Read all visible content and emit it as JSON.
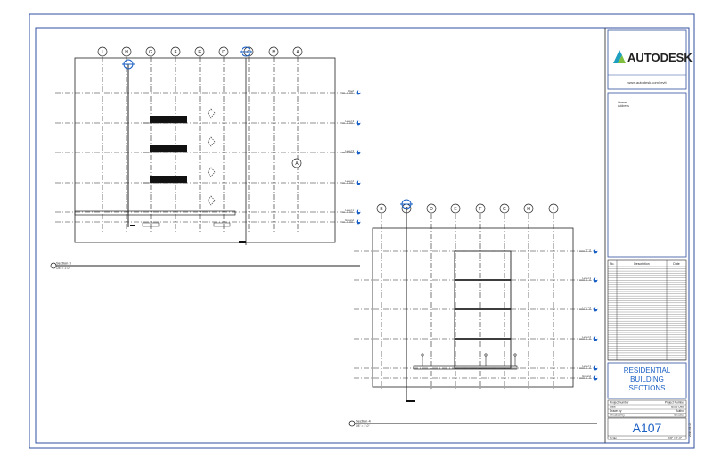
{
  "sheet": {
    "logo_text": "AUTODESK",
    "website": "www.autodesk.com/revit",
    "owner_lines": [
      "Owner",
      "Address"
    ],
    "revision_headers": [
      "No.",
      "Description",
      "Date"
    ],
    "title_lines": [
      "RESIDENTIAL",
      "BUILDING",
      "SECTIONS"
    ],
    "info_rows": [
      {
        "label": "Project number",
        "value": "Project Number"
      },
      {
        "label": "Date",
        "value": "Issue Date"
      },
      {
        "label": "Drawn by",
        "value": "Author"
      },
      {
        "label": "Checked by",
        "value": "Checker"
      }
    ],
    "sheet_number": "A107",
    "scale_label": "Scale",
    "scale_value": "1/8\" = 1'-0\"",
    "side_stamp": "2018-01-01"
  },
  "section_top": {
    "title": "Section 3",
    "scale": "1/8\" = 1'-0\"",
    "grids": [
      "I",
      "H",
      "G",
      "F",
      "E",
      "D",
      "C",
      "B",
      "A"
    ],
    "levels": [
      "Roof",
      "Level 4",
      "Level 3",
      "Level 2",
      "Level 1",
      "Ground"
    ],
    "tag": "A"
  },
  "section_bottom": {
    "title": "Section 4",
    "scale": "1/8\" = 1'-0\"",
    "grids": [
      "B",
      "C",
      "D",
      "E",
      "F",
      "G",
      "H",
      "I"
    ],
    "levels": [
      "Roof",
      "Level 4",
      "Level 3",
      "Level 2",
      "Level 1",
      "Ground"
    ]
  },
  "colors": {
    "line": "#222222",
    "accent": "#1a5fc4",
    "border": "#2f4f9f",
    "logo_teal": "#1e9fc0",
    "logo_green": "#7fbf3f"
  }
}
